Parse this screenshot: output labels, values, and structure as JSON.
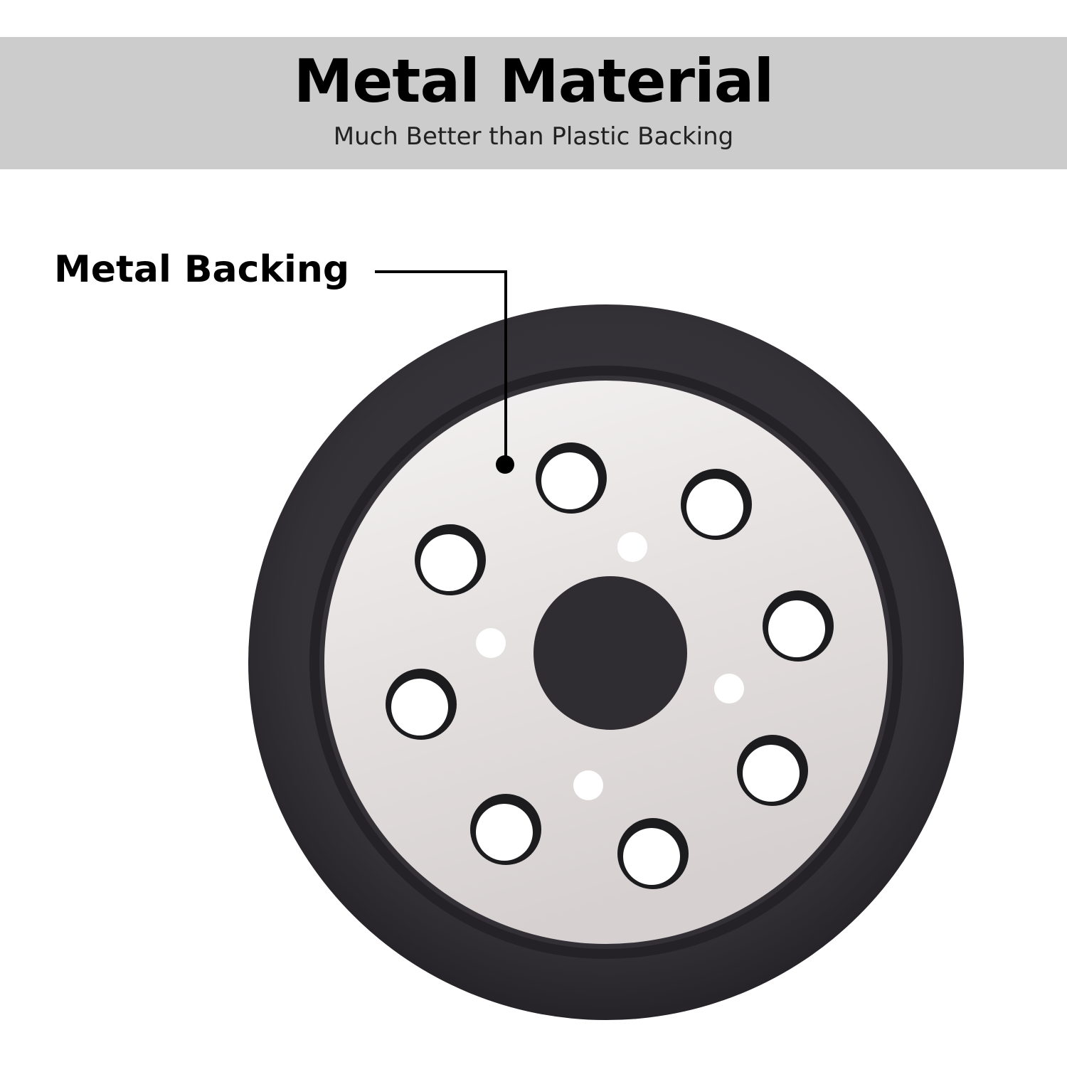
{
  "banner": {
    "title": "Metal Material",
    "subtitle": "Much Better than Plastic Backing"
  },
  "callout": {
    "label": "Metal Backing"
  },
  "colors": {
    "banner_bg": "#cccccc",
    "rubber": "#333136",
    "metal_plate": "#e8e4e4",
    "text": "#000000"
  }
}
